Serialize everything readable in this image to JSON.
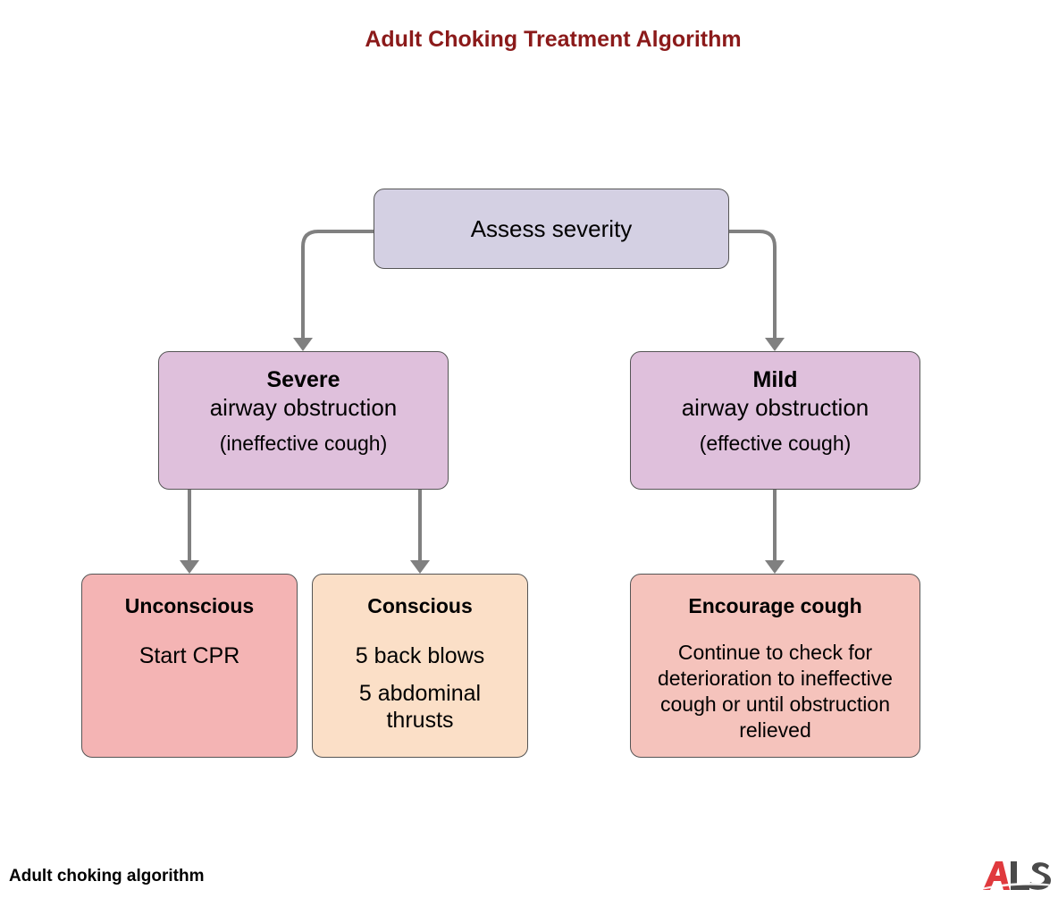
{
  "title": "Adult Choking Treatment Algorithm",
  "nodes": {
    "assess": {
      "label": "Assess severity"
    },
    "severe": {
      "title": "Severe",
      "subtitle": "airway obstruction",
      "note": "(ineffective cough)"
    },
    "mild": {
      "title": "Mild",
      "subtitle": "airway obstruction",
      "note": "(effective cough)"
    },
    "unconscious": {
      "title": "Unconscious",
      "action": "Start CPR"
    },
    "conscious": {
      "title": "Conscious",
      "action_1": "5 back blows",
      "action_2": "5 abdominal thrusts"
    },
    "encourage": {
      "title": "Encourage cough",
      "detail": "Continue to check for deterioration to ineffective cough or until obstruction relieved"
    }
  },
  "caption": "Adult choking algorithm",
  "logo": {
    "text": "ALS",
    "colors": {
      "a": "#e03a3e",
      "ls": "#4a4a4a"
    }
  },
  "colors": {
    "title": "#8b1a1a",
    "assess_fill": "#d4d0e3",
    "obstruction_fill": "#dfc0dc",
    "unconscious_fill": "#f4b4b4",
    "conscious_fill": "#fbdfc7",
    "encourage_fill": "#f5c3bc",
    "connector": "#808080"
  }
}
